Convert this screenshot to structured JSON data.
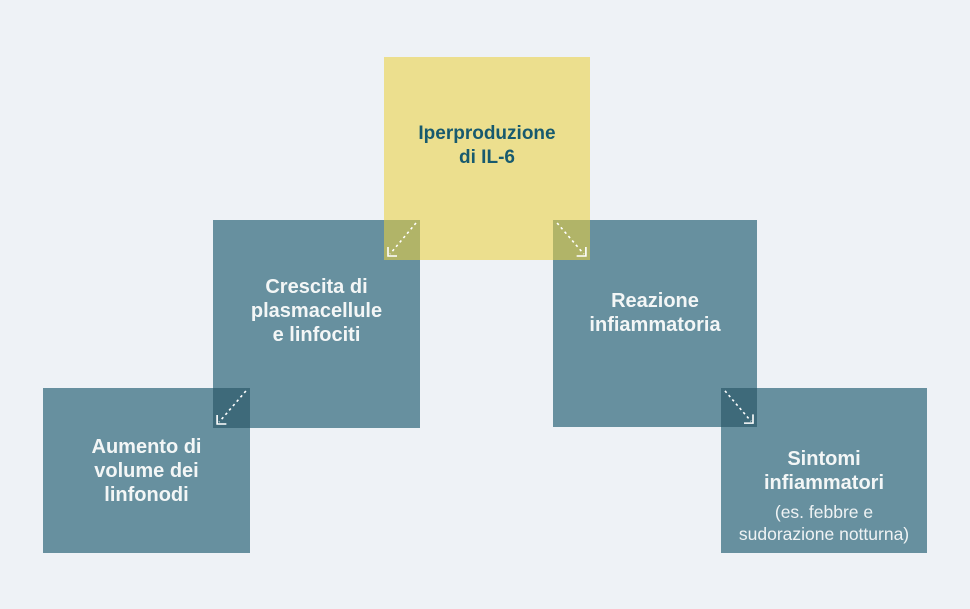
{
  "diagram": {
    "nodes": {
      "il6": {
        "label_lines": [
          "Iperproduzione",
          "di IL-6"
        ]
      },
      "plasmacells": {
        "label_lines": [
          "Crescita di",
          "plasmacellule",
          "e linfociti"
        ]
      },
      "inflammation": {
        "label_lines": [
          "Reazione",
          "infiammatoria"
        ]
      },
      "lymphnodes": {
        "label_lines": [
          "Aumento di",
          "volume dei",
          "linfonodi"
        ]
      },
      "symptoms": {
        "label_lines": [
          "Sintomi",
          "infiammatori"
        ],
        "note_lines": [
          "(es. febbre e",
          "sudorazione notturna)"
        ]
      }
    },
    "connectors": [
      {
        "from": "il6",
        "to": "plasmacells",
        "direction": "down-left"
      },
      {
        "from": "il6",
        "to": "inflammation",
        "direction": "down-right"
      },
      {
        "from": "plasmacells",
        "to": "lymphnodes",
        "direction": "down-left"
      },
      {
        "from": "inflammation",
        "to": "symptoms",
        "direction": "down-right"
      }
    ],
    "colors": {
      "background": "#eef2f6",
      "highlight_box": "#ecdf8e",
      "teal_box": "#67909f",
      "overlap_yellow_teal": "#b1b468",
      "overlap_teal_teal": "#3e6a7a",
      "heading_dark": "#175a6e",
      "heading_light": "#f3f6f6",
      "connector_line": "#ffffff"
    }
  }
}
